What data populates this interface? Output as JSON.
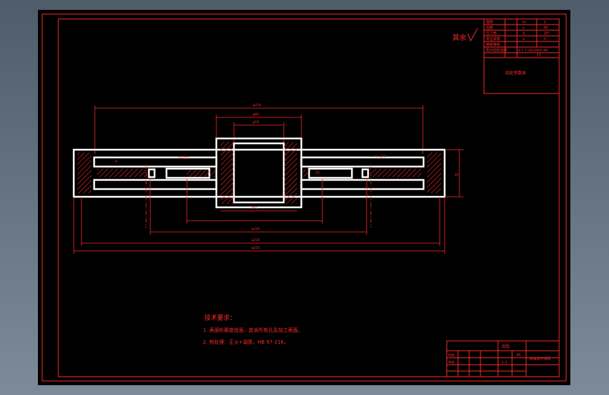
{
  "roughness_other": "其余",
  "part_name": "齿轮",
  "table_title": "齿轮参数表",
  "param_table": {
    "labels": [
      "模数",
      "齿数",
      "压力角",
      "变位系数",
      "精度等级",
      "配对齿轮齿数"
    ],
    "symbols": [
      "m",
      "z",
      "α",
      "x",
      "",
      ""
    ],
    "values": [
      "2",
      "60",
      "20°",
      "0",
      "8-7-7 GB10095-88",
      "17"
    ]
  },
  "dimensions": {
    "d1": "φ230",
    "d2": "φ80",
    "d3": "φ50",
    "d4": "φ45",
    "d5": "φ200",
    "d6": "φ230",
    "d7": "φ250",
    "hole1": "6×φ35",
    "hole2": "6×φ35",
    "width": "40",
    "web": "8",
    "hub": "20"
  },
  "notes": {
    "title": "技术要求：",
    "line1": "1. 表面轮廓度齿面，其余所有孔及加工表面。",
    "line2": "2. 热处理：正火+调质，HB 97-216。"
  },
  "title_block": {
    "drawing_name": "齿轮",
    "company": "机械设计课程",
    "material": "45",
    "scale": "1:2",
    "drawer": "制图",
    "checker": "审核"
  }
}
